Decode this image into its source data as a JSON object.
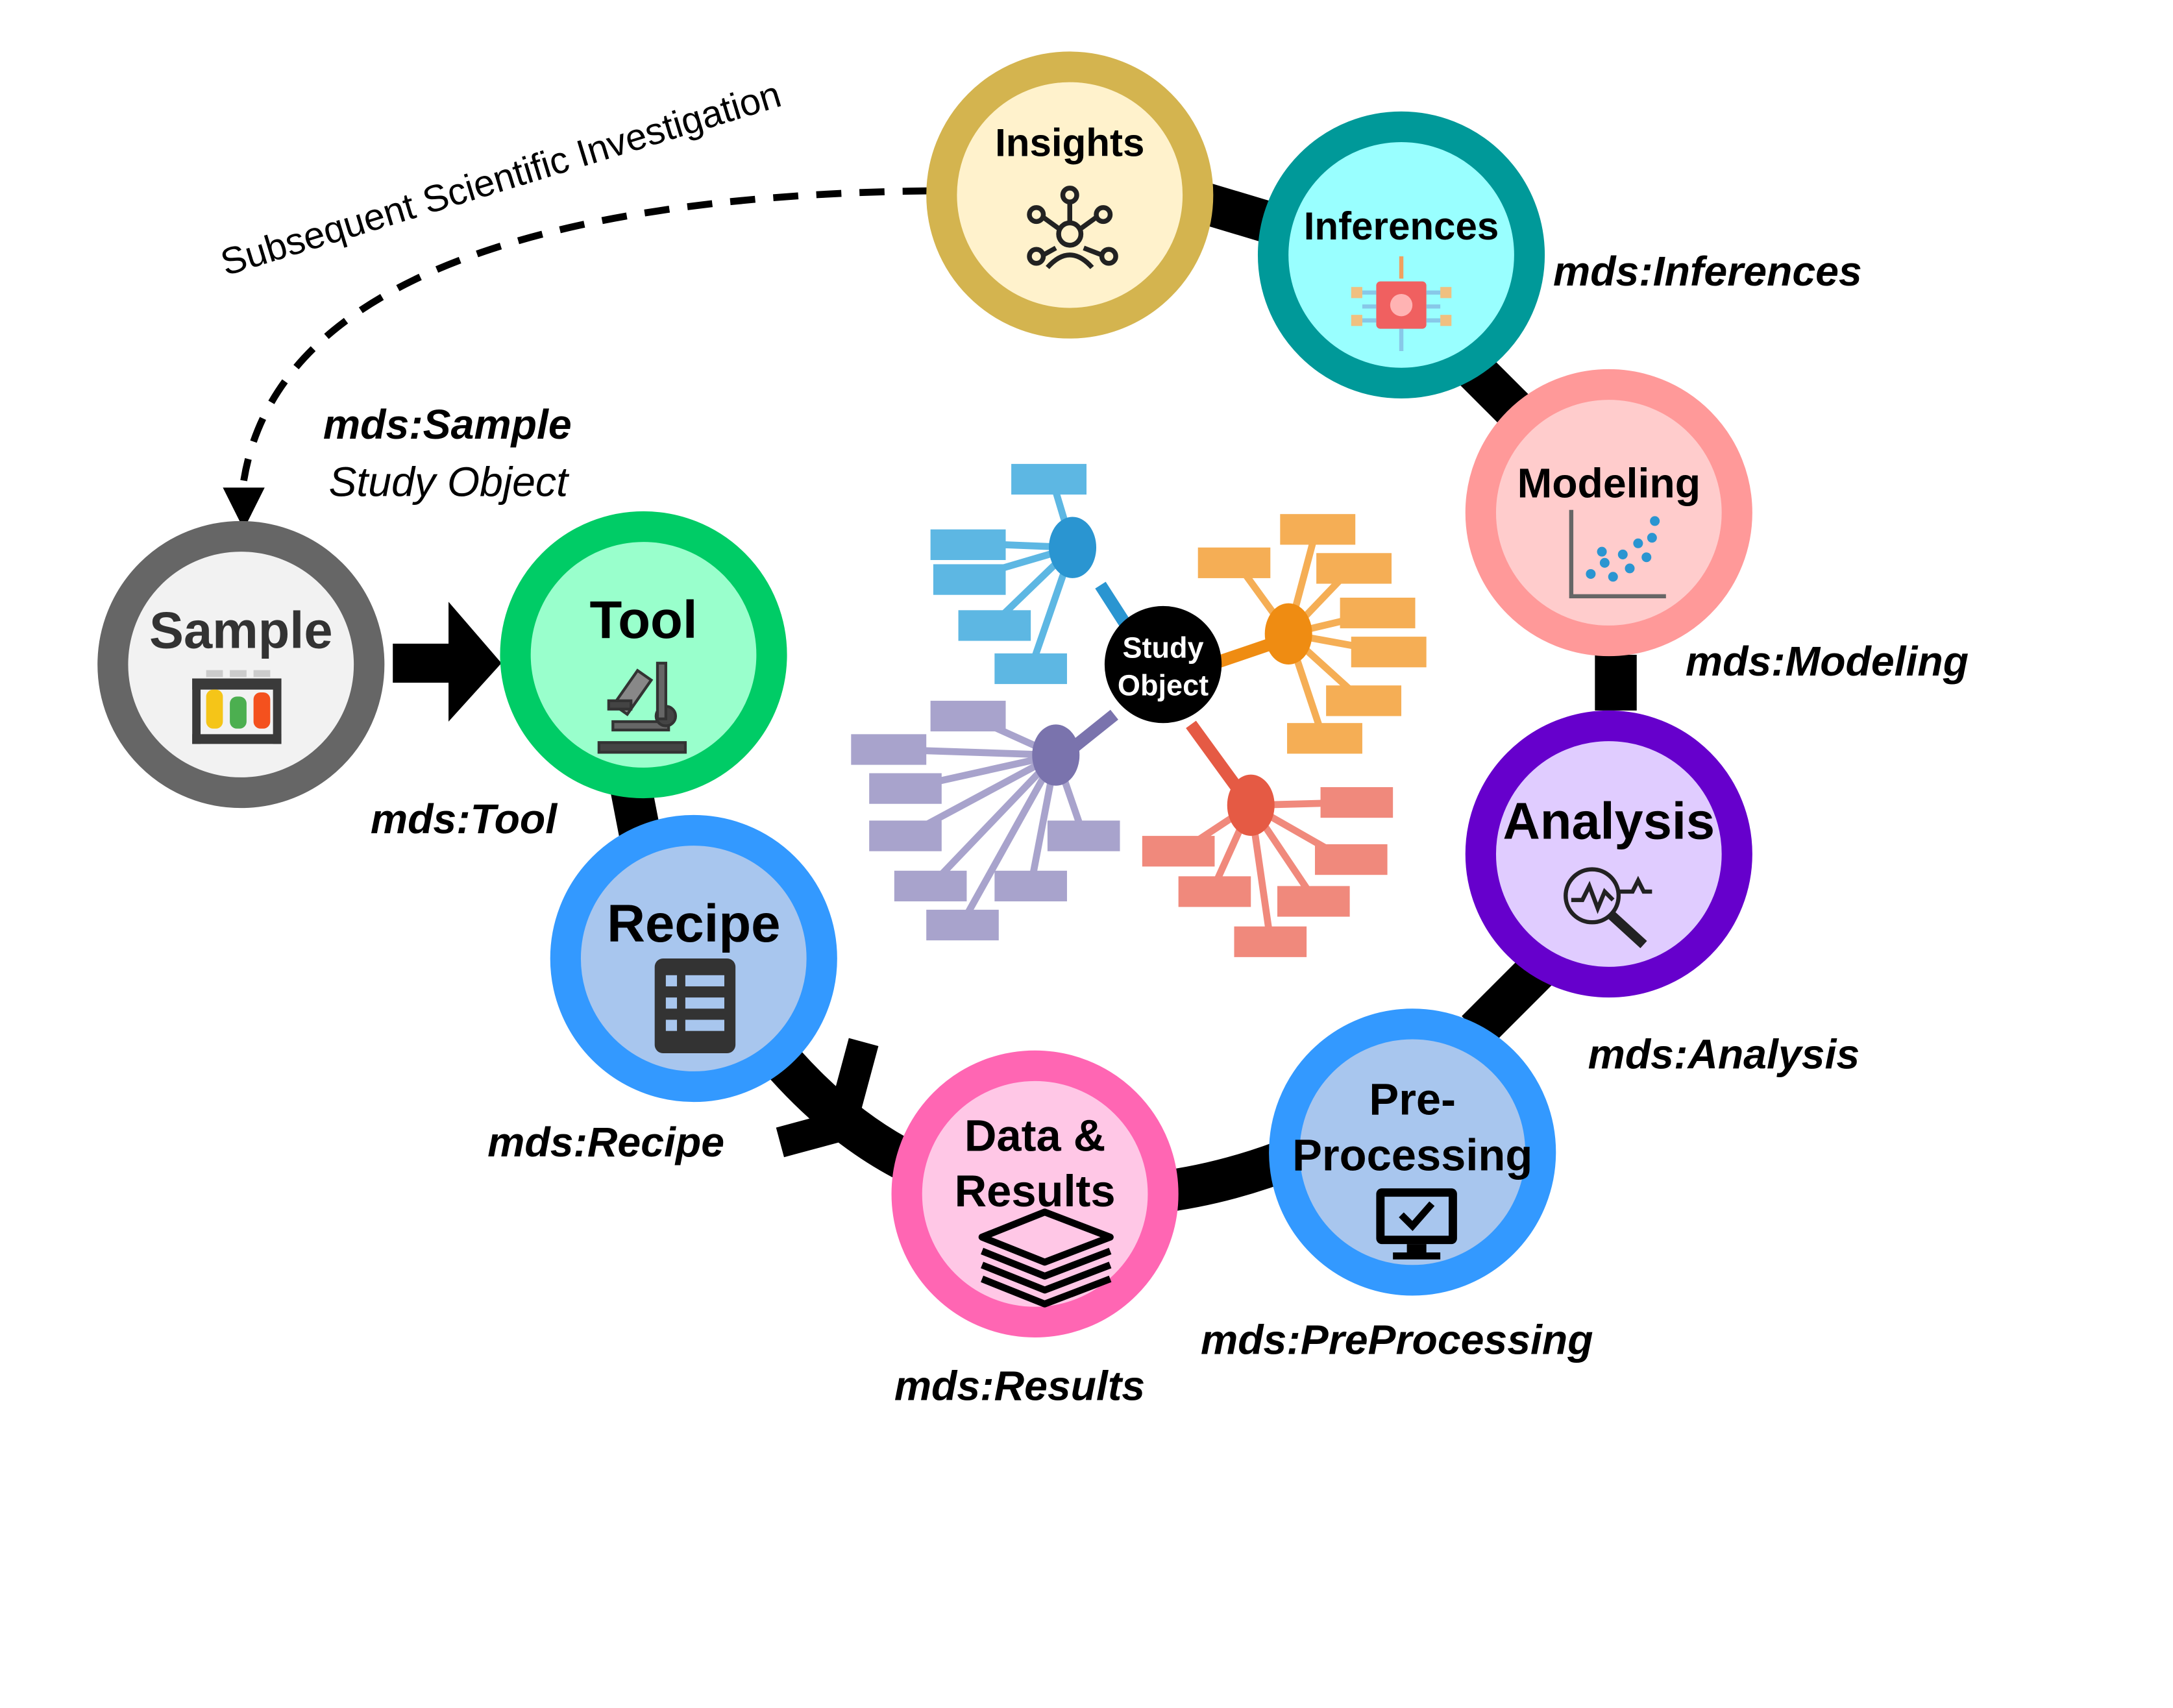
{
  "title_curve": "Subsequent Scientific Investigation",
  "center": {
    "line1": "Study",
    "line2": "Object"
  },
  "nodes": [
    {
      "id": "sample",
      "title": [
        "Sample"
      ],
      "label": "",
      "icon": "test-tubes-icon",
      "ring": "#666666",
      "fill": "#f2f2f2"
    },
    {
      "id": "tool",
      "title": [
        "Tool"
      ],
      "label": "mds:Tool",
      "icon": "microscope-icon",
      "ring": "#00cc66",
      "fill": "#99ffcc"
    },
    {
      "id": "recipe",
      "title": [
        "Recipe"
      ],
      "label": "mds:Recipe",
      "icon": "checklist-icon",
      "ring": "#3399ff",
      "fill": "#a8c6ee"
    },
    {
      "id": "results",
      "title": [
        "Data &",
        "Results"
      ],
      "label": "mds:Results",
      "icon": "layers-icon",
      "ring": "#ff66b3",
      "fill": "#ffc7e6"
    },
    {
      "id": "preprocessing",
      "title": [
        "Pre-",
        "Processing"
      ],
      "label": "mds:PreProcessing",
      "icon": "monitor-check-icon",
      "ring": "#3399ff",
      "fill": "#a8c6ee"
    },
    {
      "id": "analysis",
      "title": [
        "Analysis"
      ],
      "label": "mds:Analysis",
      "icon": "magnifier-chart-icon",
      "ring": "#6600cc",
      "fill": "#e0ccff"
    },
    {
      "id": "modeling",
      "title": [
        "Modeling"
      ],
      "label": "mds:Modeling",
      "icon": "scatter-plot-icon",
      "ring": "#ff9999",
      "fill": "#ffcccc"
    },
    {
      "id": "inferences",
      "title": [
        "Inferences"
      ],
      "label": "mds:Inferences",
      "icon": "chip-icon",
      "ring": "#009999",
      "fill": "#99ffff"
    },
    {
      "id": "insights",
      "title": [
        "Insights"
      ],
      "label": "",
      "icon": "network-people-icon",
      "ring": "#d4b44f",
      "fill": "#fff2cc"
    }
  ],
  "sample_labels": {
    "bold": "mds:Sample",
    "italic": "Study Object"
  },
  "colors": {
    "blue": "#2a95d1",
    "orange": "#ef8c12",
    "purple": "#7a73ad",
    "red": "#e55a44",
    "black": "#000000"
  }
}
